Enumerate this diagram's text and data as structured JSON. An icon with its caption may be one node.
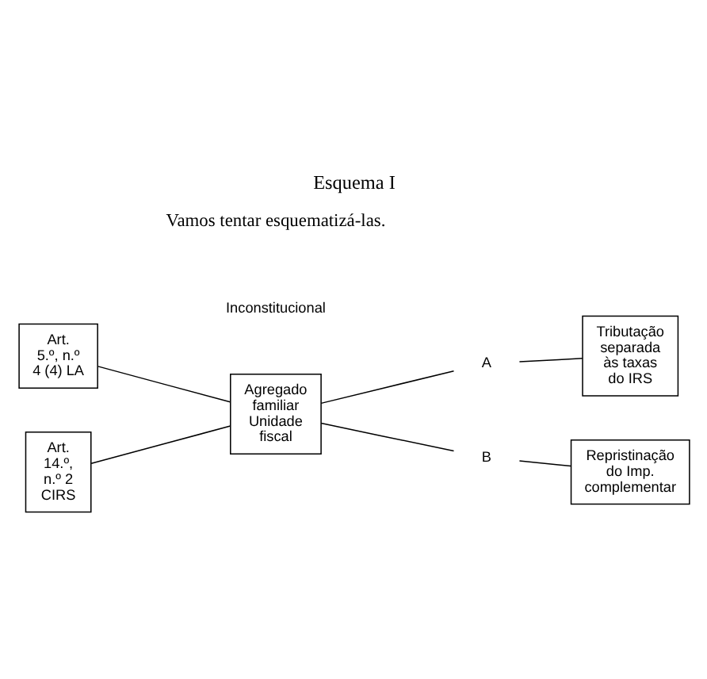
{
  "diagram": {
    "title": "Esquema I",
    "nodes": [
      {
        "text": [
          "Art. 5.º, n.º 4 (4) LA"
        ]
      },
      {
        "text": [
          "Agregado familiar Unidade fiscal"
        ]
      },
      {
        "text": [
          "A"
        ]
      },
      {
        "text": [
          "Tributação separada às taxas do IRS"
        ]
      },
      {
        "text": [
          "B"
        ]
      },
      {
        "text": [
          "Art. 14.º, n.º 2 CIRS"
        ]
      },
      {
        "text": [
          "Repristinação do Imp. complementar"
        ]
      }
    ],
    "edges": [
      {
        "from": 0,
        "to": 1,
        "arrow": "none"
      },
      {
        "from": 5,
        "to": 1,
        "arrow": "none"
      },
      {
        "from": 1,
        "to": 2,
        "arrow": "none"
      },
      {
        "from": 2,
        "to": 3,
        "arrow": "none"
      },
      {
        "from": 1,
        "to": 4,
        "arrow": "none"
      },
      {
        "from": 4,
        "to": 6,
        "arrow": "none"
      }
    ],
    "labels": [
      "Vamos tentar esquematizá-las.",
      "Inconstitucional"
    ]
  }
}
